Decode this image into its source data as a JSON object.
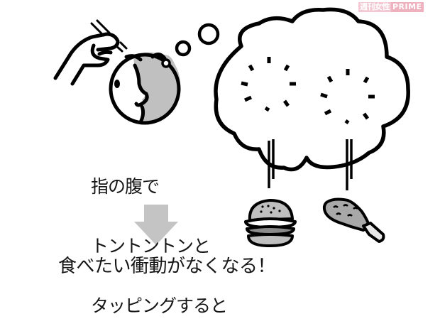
{
  "watermark": {
    "jp": "週刊女性",
    "en": "PRIME",
    "colors": {
      "jp_bg": "#f2c9d2",
      "en_bg": "#efb1be"
    }
  },
  "illustration": {
    "hand_icon": "tapping-hand",
    "head_icon": "person-head-profile",
    "thought_bubble_icon": "thought-cloud",
    "thought_dots": 2,
    "food_items": [
      "hamburger-icon",
      "chicken-drumstick-icon"
    ],
    "arrow_color": "#c4c4c4",
    "accent_gray": "#bdbdbd"
  },
  "text": {
    "step_lines": [
      "指の腹で",
      "トントントンと",
      "タッピングすると"
    ],
    "result": "食べたい衝動がなくなる！"
  }
}
